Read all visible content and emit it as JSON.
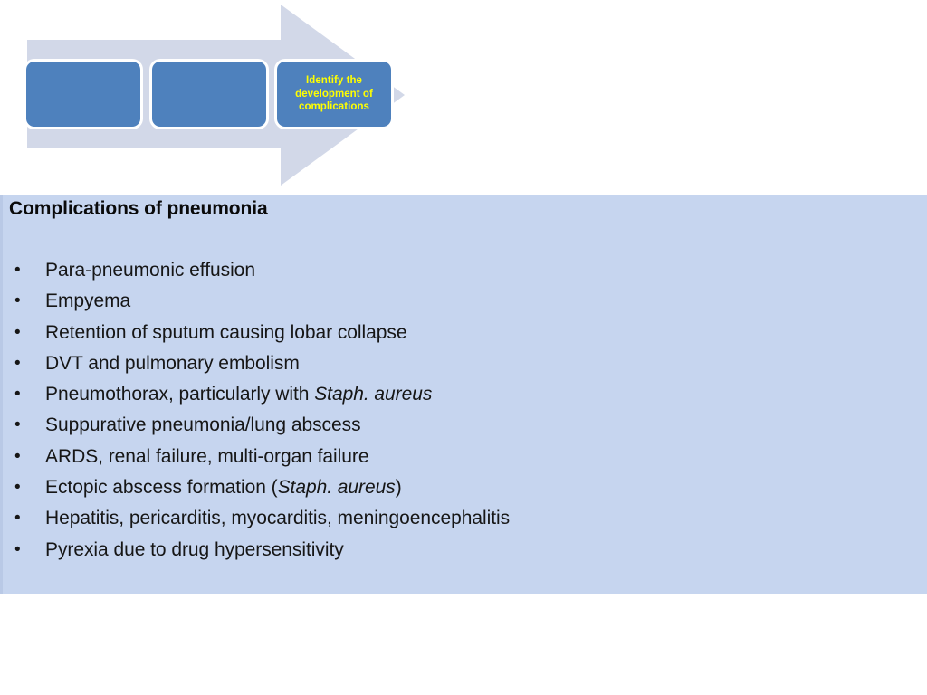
{
  "slide": {
    "background_color": "#FFFFFF"
  },
  "process_header": {
    "arrow_color": "#D2D8E8",
    "box_color": "#4E81BD",
    "box_border_color": "#FFFFFF",
    "label_color": "#FFFF00",
    "stages": [
      {
        "name": "stage-one",
        "label": ""
      },
      {
        "name": "stage-two",
        "label": ""
      },
      {
        "name": "stage-three",
        "label": "Identify the development of complications"
      }
    ]
  },
  "content": {
    "panel_color": "#C6D5EF",
    "title": "Complications of pneumonia",
    "bullet_marker": "•",
    "bullets": [
      {
        "text": "Para-pneumonic effusion"
      },
      {
        "text": "Empyema"
      },
      {
        "text": "Retention of sputum causing lobar collapse"
      },
      {
        "text": "DVT and pulmonary embolism"
      },
      {
        "pre": "Pneumothorax, particularly with ",
        "italic": "Staph. aureus",
        "post": ""
      },
      {
        "text": "Suppurative pneumonia/lung abscess"
      },
      {
        "text": "ARDS, renal failure, multi-organ failure"
      },
      {
        "pre": "Ectopic abscess formation (",
        "italic": "Staph. aureus",
        "post": ")"
      },
      {
        "text": "Hepatitis, pericarditis, myocarditis, meningoencephalitis"
      },
      {
        "text": "Pyrexia due to drug hypersensitivity"
      }
    ]
  }
}
